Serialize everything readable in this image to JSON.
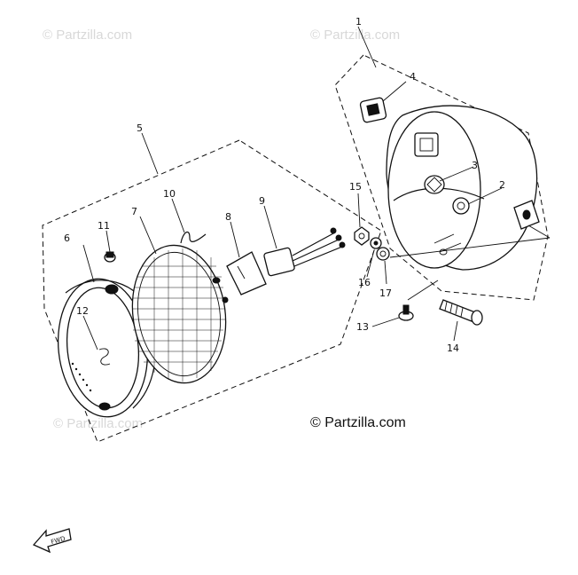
{
  "watermarks": [
    "© Partzilla.com",
    "© Partzilla.com",
    "© Partzilla.com"
  ],
  "credit": "© Partzilla.com",
  "callouts": {
    "c1": "1",
    "c2": "2",
    "c3": "3",
    "c4": "4",
    "c5": "5",
    "c6": "6",
    "c7": "7",
    "c8": "8",
    "c9": "9",
    "c10": "10",
    "c11": "11",
    "c12": "12",
    "c13": "13",
    "c14": "14",
    "c15": "15",
    "c16": "16",
    "c17": "17"
  },
  "fwd_label": "FWD"
}
